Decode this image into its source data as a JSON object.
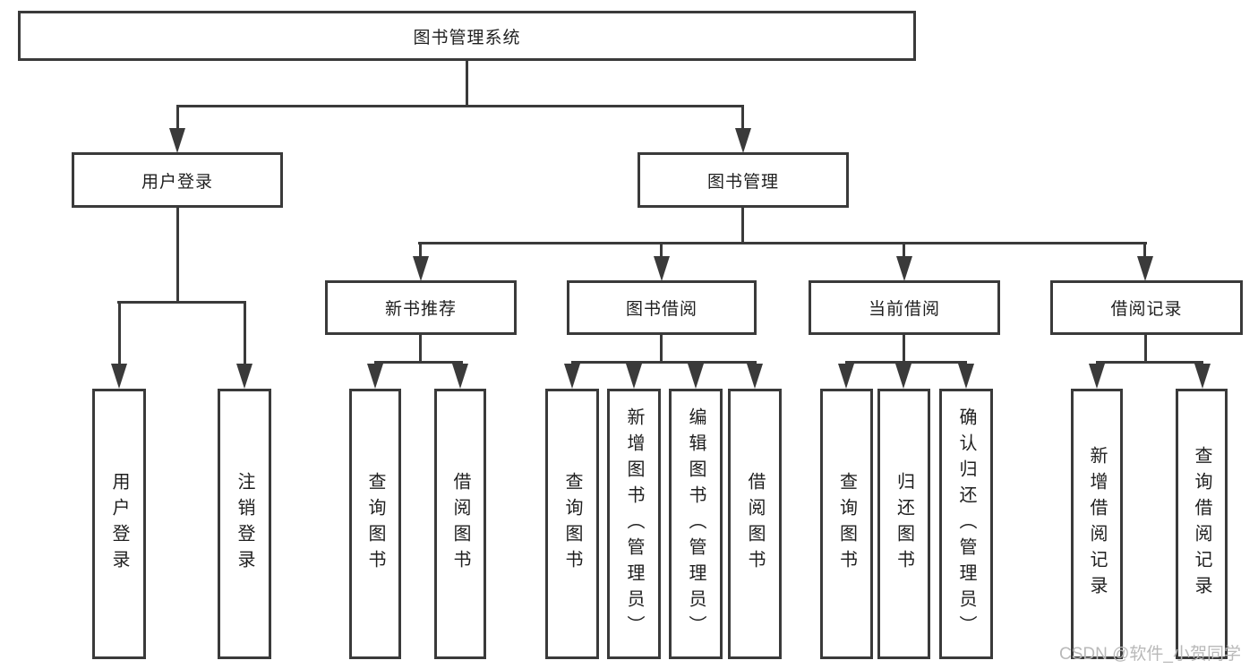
{
  "diagram": {
    "root": "图书管理系统",
    "level2": [
      "用户登录",
      "图书管理"
    ],
    "level3": [
      "新书推荐",
      "图书借阅",
      "当前借阅",
      "借阅记录"
    ],
    "leaves": [
      [
        "用户登录",
        "注销登录"
      ],
      [
        "查询图书",
        "借阅图书"
      ],
      [
        "查询图书",
        "新增图书（管理员）",
        "编辑图书（管理员）",
        "借阅图书"
      ],
      [
        "查询图书",
        "归还图书",
        "确认归还（管理员）"
      ],
      [
        "新增借阅记录",
        "查询借阅记录"
      ]
    ]
  },
  "watermark": "CSDN @软件_小贺同学",
  "colors": {
    "line": "#3a3a3a",
    "text": "#1f1f1f",
    "watermark": "#b9b9b9",
    "bg": "#ffffff"
  }
}
